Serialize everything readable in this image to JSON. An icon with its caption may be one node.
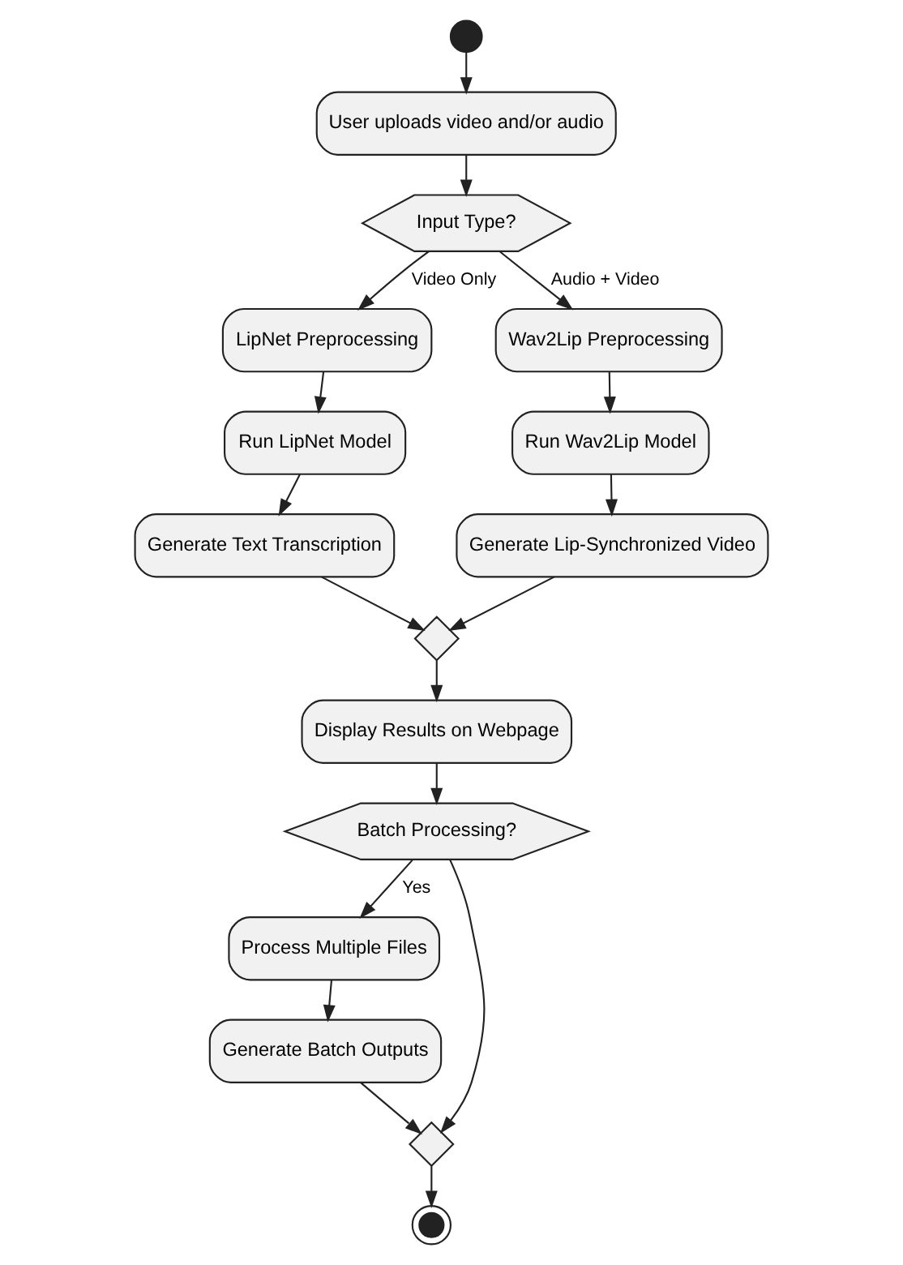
{
  "diagram": {
    "nodes": [
      {
        "text": [],
        "shape": "circle"
      },
      {
        "text": [
          "User uploads video and/or audio"
        ]
      },
      {
        "text": [
          "Input Type?"
        ]
      },
      {
        "text": [
          "LipNet Preprocessing"
        ]
      },
      {
        "text": [
          "Run LipNet Model"
        ]
      },
      {
        "text": [
          "Generate Text Transcription"
        ]
      },
      {
        "text": [
          "Wav2Lip Preprocessing"
        ]
      },
      {
        "text": [
          "Run Wav2Lip Model"
        ]
      },
      {
        "text": [
          "Generate Lip-Synchronized Video"
        ]
      },
      {
        "text": [],
        "shape": "diamond"
      },
      {
        "text": [
          "Display Results on Webpage"
        ]
      },
      {
        "text": [
          "Batch Processing?"
        ]
      },
      {
        "text": [
          "Process Multiple Files"
        ]
      },
      {
        "text": [
          "Generate Batch Outputs"
        ]
      },
      {
        "text": [],
        "shape": "diamond"
      },
      {
        "text": [],
        "shape": "circle"
      }
    ],
    "edges": [
      {
        "from": 0,
        "to": 1,
        "arrow": "to"
      },
      {
        "from": 1,
        "to": 2,
        "arrow": "to"
      },
      {
        "from": 2,
        "to": 3,
        "arrow": "to",
        "label": "Video Only"
      },
      {
        "from": 2,
        "to": 6,
        "arrow": "to",
        "label": "Audio + Video"
      },
      {
        "from": 3,
        "to": 4,
        "arrow": "to"
      },
      {
        "from": 4,
        "to": 5,
        "arrow": "to"
      },
      {
        "from": 6,
        "to": 7,
        "arrow": "to"
      },
      {
        "from": 7,
        "to": 8,
        "arrow": "to"
      },
      {
        "from": 5,
        "to": 9,
        "arrow": "to"
      },
      {
        "from": 8,
        "to": 9,
        "arrow": "to"
      },
      {
        "from": 9,
        "to": 10,
        "arrow": "to"
      },
      {
        "from": 10,
        "to": 11,
        "arrow": "to"
      },
      {
        "from": 11,
        "to": 12,
        "arrow": "to",
        "label": "Yes"
      },
      {
        "from": 12,
        "to": 13,
        "arrow": "to"
      },
      {
        "from": 13,
        "to": 14,
        "arrow": "to"
      },
      {
        "from": 11,
        "to": 14,
        "arrow": "to"
      },
      {
        "from": 14,
        "to": 15,
        "arrow": "to"
      }
    ]
  }
}
